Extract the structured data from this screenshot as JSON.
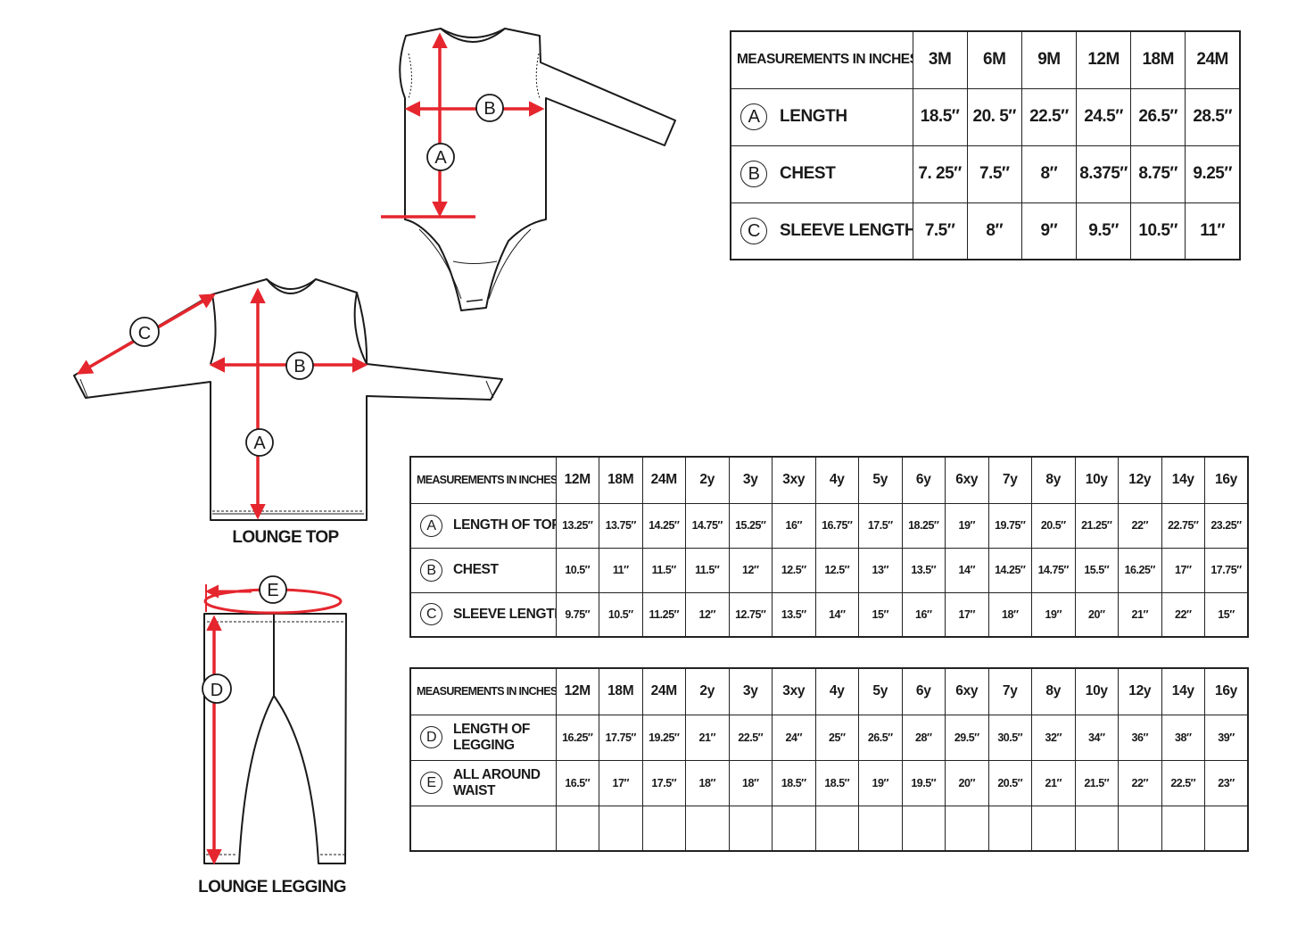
{
  "bodysuit_table": {
    "header_label": "MEASUREMENTS IN INCHES",
    "sizes": [
      "3M",
      "6M",
      "9M",
      "12M",
      "18M",
      "24M"
    ],
    "rows": [
      {
        "letter": "A",
        "label": "LENGTH",
        "values": [
          "18.5″",
          "20. 5″",
          "22.5″",
          "24.5″",
          "26.5″",
          "28.5″"
        ]
      },
      {
        "letter": "B",
        "label": "CHEST",
        "values": [
          "7. 25″",
          "7.5″",
          "8″",
          "8.375″",
          "8.75″",
          "9.25″"
        ]
      },
      {
        "letter": "C",
        "label": "SLEEVE LENGTH",
        "values": [
          "7.5″",
          "8″",
          "9″",
          "9.5″",
          "10.5″",
          "11″"
        ]
      }
    ]
  },
  "top_table": {
    "header_label": "MEASUREMENTS IN INCHES",
    "sizes": [
      "12M",
      "18M",
      "24M",
      "2y",
      "3y",
      "3xy",
      "4y",
      "5y",
      "6y",
      "6xy",
      "7y",
      "8y",
      "10y",
      "12y",
      "14y",
      "16y"
    ],
    "rows": [
      {
        "letter": "A",
        "label": "LENGTH OF TOP",
        "values": [
          "13.25″",
          "13.75″",
          "14.25″",
          "14.75″",
          "15.25″",
          "16″",
          "16.75″",
          "17.5″",
          "18.25″",
          "19″",
          "19.75″",
          "20.5″",
          "21.25″",
          "22″",
          "22.75″",
          "23.25″"
        ]
      },
      {
        "letter": "B",
        "label": "CHEST",
        "values": [
          "10.5″",
          "11″",
          "11.5″",
          "11.5″",
          "12″",
          "12.5″",
          "12.5″",
          "13″",
          "13.5″",
          "14″",
          "14.25″",
          "14.75″",
          "15.5″",
          "16.25″",
          "17″",
          "17.75″"
        ]
      },
      {
        "letter": "C",
        "label": "SLEEVE LENGTH",
        "values": [
          "9.75″",
          "10.5″",
          "11.25″",
          "12″",
          "12.75″",
          "13.5″",
          "14″",
          "15″",
          "16″",
          "17″",
          "18″",
          "19″",
          "20″",
          "21″",
          "22″",
          "15″"
        ]
      }
    ]
  },
  "legging_table": {
    "header_label": "MEASUREMENTS IN INCHES",
    "sizes": [
      "12M",
      "18M",
      "24M",
      "2y",
      "3y",
      "3xy",
      "4y",
      "5y",
      "6y",
      "6xy",
      "7y",
      "8y",
      "10y",
      "12y",
      "14y",
      "16y"
    ],
    "rows": [
      {
        "letter": "D",
        "label": "LENGTH OF LEGGING",
        "values": [
          "16.25″",
          "17.75″",
          "19.25″",
          "21″",
          "22.5″",
          "24″",
          "25″",
          "26.5″",
          "28″",
          "29.5″",
          "30.5″",
          "32″",
          "34″",
          "36″",
          "38″",
          "39″"
        ]
      },
      {
        "letter": "E",
        "label": "ALL AROUND WAIST",
        "values": [
          "16.5″",
          "17″",
          "17.5″",
          "18″",
          "18″",
          "18.5″",
          "18.5″",
          "19″",
          "19.5″",
          "20″",
          "20.5″",
          "21″",
          "21.5″",
          "22″",
          "22.5″",
          "23″"
        ]
      }
    ]
  },
  "figures": {
    "bodysuit": {
      "markers": [
        "A",
        "B"
      ]
    },
    "lounge_top": {
      "caption": "LOUNGE TOP",
      "markers": [
        "A",
        "B",
        "C"
      ]
    },
    "lounge_legging": {
      "caption": "LOUNGE LEGGING",
      "markers": [
        "D",
        "E"
      ]
    }
  },
  "colors": {
    "line": "#1a1a1a",
    "arrow": "#e5262e",
    "background": "#ffffff"
  }
}
